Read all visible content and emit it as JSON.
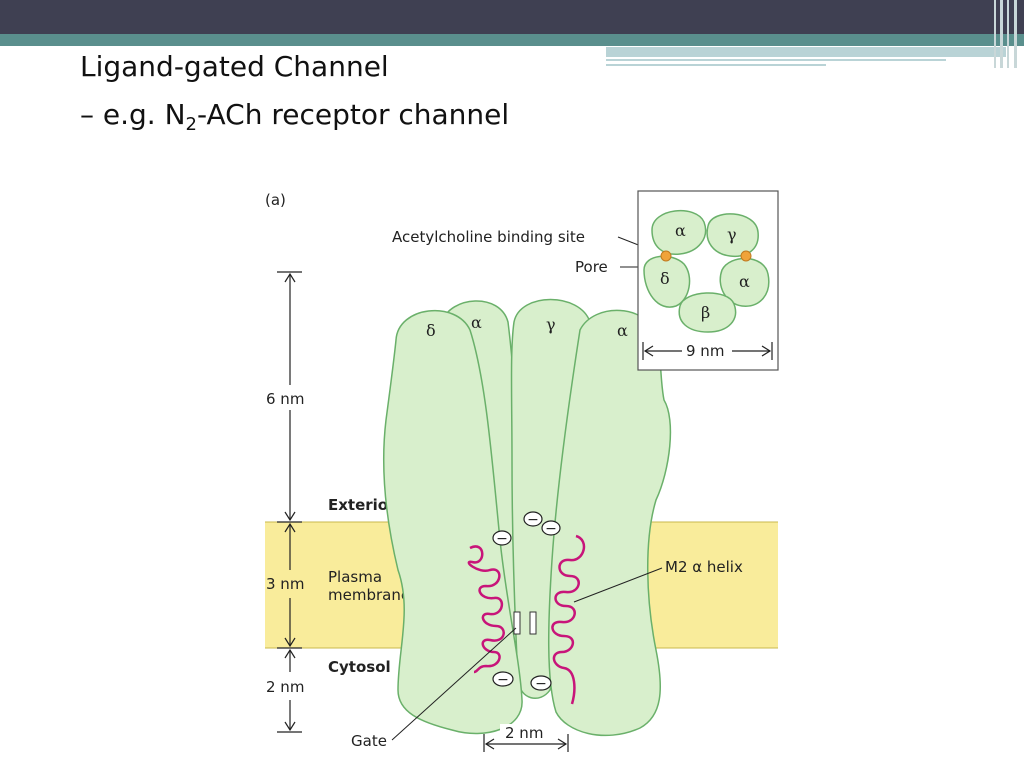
{
  "colors": {
    "topbar": "#3f4052",
    "teal": "#5a8f8d",
    "membrane": "#f9ec9b",
    "subunit_fill": "#d8efcc",
    "subunit_stroke": "#6ab06a",
    "helix": "#c8157a",
    "binding_site": "#f0a33a"
  },
  "slide": {
    "title_line1": "Ligand-gated Channel",
    "title_line2_prefix": "–  e.g. N",
    "title_line2_sub": "2",
    "title_line2_suffix": "-ACh receptor channel"
  },
  "figure": {
    "panel_label": "(a)",
    "callouts": {
      "binding_site": "Acetylcholine binding site",
      "pore": "Pore",
      "m2_helix": "M2 α helix",
      "gate": "Gate"
    },
    "regions": {
      "exterior": "Exterior",
      "membrane_line1": "Plasma",
      "membrane_line2": "membrane",
      "cytosol": "Cytosol"
    },
    "dimensions": {
      "height_top": "6 nm",
      "height_membrane": "3 nm",
      "height_bottom": "2 nm",
      "inset_width": "9 nm",
      "pore_width": "2 nm"
    },
    "side_view_subunits": [
      "δ",
      "α",
      "γ",
      "α"
    ],
    "inset_subunits": {
      "top_left": "α",
      "top_right": "γ",
      "left": "δ",
      "right": "α",
      "bottom": "β"
    },
    "charge_symbol": "−"
  }
}
